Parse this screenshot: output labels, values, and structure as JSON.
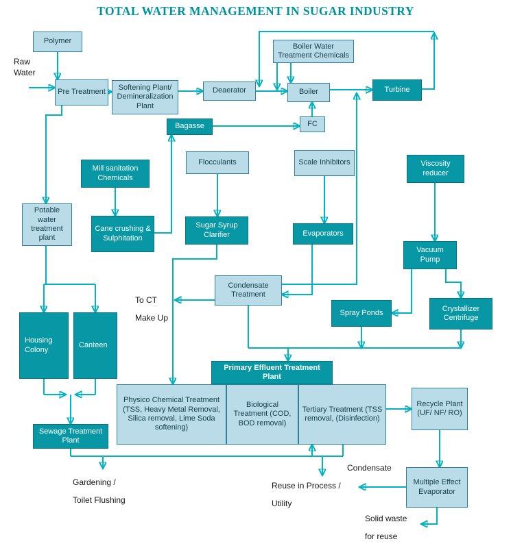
{
  "title": "TOTAL WATER MANAGEMENT IN SUGAR INDUSTRY",
  "colors": {
    "light_box_fill": "#b9dce8",
    "dark_box_fill": "#0897a4",
    "arrow": "#00b3c2",
    "title_text": "#00919e"
  },
  "nodes": {
    "polymer": {
      "label": "Polymer"
    },
    "pre_treatment": {
      "label": "Pre Treatment"
    },
    "softening_plant": {
      "label": "Softening Plant/ Demineralization Plant"
    },
    "deaerator": {
      "label": "Deaerator"
    },
    "bwtc": {
      "label": "Boiler Water Treatment Chemicals"
    },
    "boiler": {
      "label": "Boiler"
    },
    "turbine": {
      "label": "Turbine"
    },
    "fc": {
      "label": "FC"
    },
    "bagasse": {
      "label": "Bagasse"
    },
    "mill_sanitation": {
      "label": "Mill sanitation Chemicals"
    },
    "flocculants": {
      "label": "Flocculants"
    },
    "scale_inhibitors": {
      "label": "Scale Inhibitors"
    },
    "viscosity_reducer": {
      "label": "Viscosity reducer"
    },
    "potable_plant": {
      "label": "Potable water treatment plant"
    },
    "cane_crushing": {
      "label": "Cane crushing & Sulphitation"
    },
    "syrup_clarifier": {
      "label": "Sugar Syrup Clarifier"
    },
    "evaporators": {
      "label": "Evaporators"
    },
    "vacuum_pump": {
      "label": "Vacuum Pump"
    },
    "condensate_treatment": {
      "label": "Condensate Treatment"
    },
    "spray_ponds": {
      "label": "Spray Ponds"
    },
    "crystallizer": {
      "label": "Crystallizer Centrifuge"
    },
    "housing_colony": {
      "label": "Housing Colony"
    },
    "canteen": {
      "label": "Canteen"
    },
    "petp_header": {
      "label": "Primary Effluent Treatment Plant"
    },
    "physico": {
      "label": "Physico Chemical Treatment (TSS, Heavy Metal Removal, Silica removal, Lime Soda softening)"
    },
    "biological": {
      "label": "Biological Treatment (COD, BOD removal)"
    },
    "tertiary": {
      "label": "Tertiary Treatment (TSS removal, (Disinfection)"
    },
    "recycle_plant": {
      "label": "Recycle Plant (UF/ NF/ RO)"
    },
    "sewage_plant": {
      "label": "Sewage Treatment Plant"
    },
    "mee": {
      "label": "Multiple Effect Evaporator"
    }
  },
  "labels": {
    "raw_water": "Raw\nWater",
    "to_ct": "To CT\nMake Up",
    "gardening": "Gardening /\nToilet Flushing",
    "reuse": "Reuse in Process /\nUtility",
    "condensate": "Condensate",
    "solid_waste": "Solid waste\nfor reuse"
  },
  "connections": [
    {
      "from": "Polymer",
      "to": "Pre Treatment"
    },
    {
      "from": "Raw Water",
      "to": "Pre Treatment"
    },
    {
      "from": "Pre Treatment",
      "to": "Softening Plant/ Demineralization Plant"
    },
    {
      "from": "Softening Plant/ Demineralization Plant",
      "to": "Deaerator"
    },
    {
      "from": "Deaerator",
      "to": "Boiler"
    },
    {
      "from": "Boiler",
      "to": "Turbine"
    },
    {
      "from": "Turbine",
      "to": "Deaerator (condensate return loop)"
    },
    {
      "from": "Boiler Water Treatment Chemicals",
      "to": "Boiler feed line"
    },
    {
      "from": "Boiler Water Treatment Chemicals",
      "to": "Boiler"
    },
    {
      "from": "FC",
      "to": "Boiler"
    },
    {
      "from": "Bagasse",
      "to": "FC"
    },
    {
      "from": "Cane crushing & Sulphitation",
      "to": "Bagasse"
    },
    {
      "from": "Mill sanitation Chemicals",
      "to": "Cane crushing & Sulphitation"
    },
    {
      "from": "Flocculants",
      "to": "Sugar Syrup Clarifier"
    },
    {
      "from": "Scale Inhibitors",
      "to": "Evaporators"
    },
    {
      "from": "Viscosity reducer",
      "to": "Vacuum Pump"
    },
    {
      "from": "Pre Treatment",
      "to": "Potable water treatment plant"
    },
    {
      "from": "Potable water treatment plant",
      "to": "Housing Colony"
    },
    {
      "from": "Potable water treatment plant",
      "to": "Canteen"
    },
    {
      "from": "Housing Colony",
      "to": "Sewage Treatment Plant"
    },
    {
      "from": "Canteen",
      "to": "Sewage Treatment Plant"
    },
    {
      "from": "Sewage Treatment Plant",
      "to": "Gardening / Toilet Flushing"
    },
    {
      "from": "Sewage Treatment Plant",
      "to": "Tertiary Treatment"
    },
    {
      "from": "Treated water line",
      "to": "Reuse in Process / Utility"
    },
    {
      "from": "Evaporators",
      "to": "Condensate Treatment"
    },
    {
      "from": "Condensate Treatment",
      "to": "To CT Make Up"
    },
    {
      "from": "Condensate Treatment",
      "to": "Boiler feed line"
    },
    {
      "from": "Sugar Syrup Clarifier",
      "to": "Physico Chemical Treatment"
    },
    {
      "from": "Condensate Treatment",
      "to": "Primary Effluent Treatment Plant"
    },
    {
      "from": "Spray Ponds",
      "to": "Primary Effluent Treatment Plant"
    },
    {
      "from": "Crystallizer Centrifuge",
      "to": "Primary Effluent Treatment Plant"
    },
    {
      "from": "Vacuum Pump",
      "to": "Spray Ponds"
    },
    {
      "from": "Vacuum Pump",
      "to": "Crystallizer Centrifuge"
    },
    {
      "from": "Tertiary Treatment",
      "to": "Recycle Plant (UF/ NF/ RO)"
    },
    {
      "from": "Recycle Plant (UF/ NF/ RO)",
      "to": "Multiple Effect Evaporator"
    },
    {
      "from": "Multiple Effect Evaporator",
      "to": "Condensate / Reuse in Process / Utility"
    },
    {
      "from": "Multiple Effect Evaporator",
      "to": "Solid waste for reuse"
    }
  ]
}
